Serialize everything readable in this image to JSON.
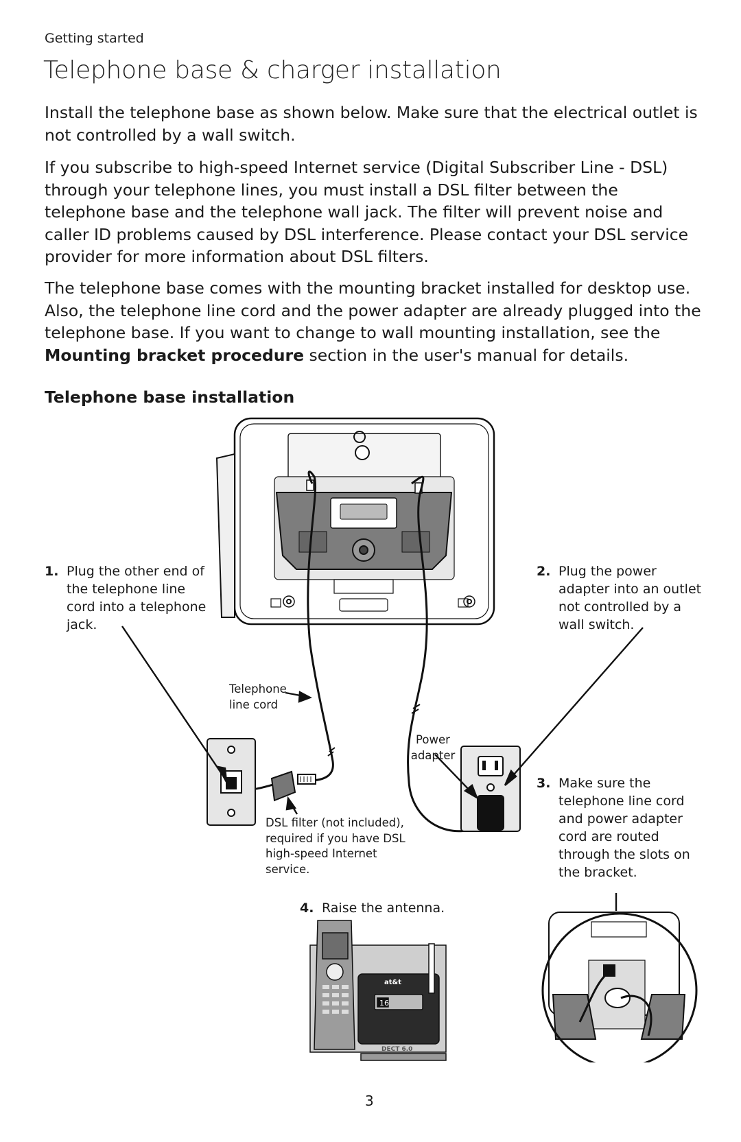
{
  "header": {
    "section": "Getting started",
    "title": "Telephone base & charger installation"
  },
  "intro": {
    "p1": "Install the telephone base as shown below. Make sure that the electrical outlet is not controlled by a wall switch.",
    "p2": "If you subscribe to high-speed Internet service (Digital Subscriber Line - DSL) through your telephone lines, you must install a DSL filter between the telephone base and the telephone wall jack. The filter will prevent noise and caller ID problems caused by DSL interference. Please contact your DSL service provider for more information about DSL filters.",
    "p3_before": "The telephone base comes with the mounting bracket installed for desktop use. Also, the telephone line cord and the power adapter are already plugged into the telephone base. If you want to change to wall mounting installation, see the ",
    "p3_bold": "Mounting bracket procedure",
    "p3_after": " section in the user's manual for details."
  },
  "installation": {
    "heading": "Telephone base installation",
    "steps": [
      {
        "number": "1.",
        "text": "Plug the other end of the telephone line cord into a telephone jack."
      },
      {
        "number": "2.",
        "text": "Plug the power adapter into an outlet not controlled by a wall switch."
      },
      {
        "number": "3.",
        "text": "Make sure the telephone line cord and power adapter cord are routed through the slots on the bracket."
      },
      {
        "number": "4.",
        "text": "Raise the antenna."
      }
    ],
    "callouts": {
      "line_cord": "Telephone line cord",
      "power_adapter": "Power adapter",
      "dsl_filter": "DSL filter (not included), required if you have DSL high-speed Internet service."
    },
    "phone_logo": "at&t",
    "phone_display": "16",
    "phone_model": "DECT 6.0"
  },
  "footer": {
    "page_number": "3"
  }
}
